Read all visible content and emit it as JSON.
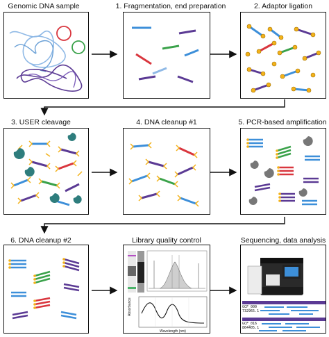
{
  "steps": [
    {
      "id": "genomic",
      "title": "Genomic DNA sample"
    },
    {
      "id": "fragment",
      "title": "1. Fragmentation, end preparation"
    },
    {
      "id": "adaptor",
      "title": "2. Adaptor ligation"
    },
    {
      "id": "user",
      "title": "3. USER cleavage"
    },
    {
      "id": "cleanup1",
      "title": "4. DNA cleanup #1"
    },
    {
      "id": "pcr",
      "title": "5. PCR-based amplification"
    },
    {
      "id": "cleanup2",
      "title": "6. DNA cleanup #2"
    },
    {
      "id": "qc",
      "title": "Library quality control"
    },
    {
      "id": "seq",
      "title": "Sequencing, data analysis"
    }
  ],
  "qc": {
    "absorbance_label": "Absorbance",
    "wavelength_label": "Wavelength (nm)"
  },
  "seq": {
    "ref1": "GCF_000",
    "ref1b": "732965.1",
    "ref2": "GCF_016",
    "ref2b": "864405.1"
  },
  "colors": {
    "blue": "#3d8fd9",
    "purple": "#5b3a94",
    "green": "#3aa24a",
    "red": "#d9363e",
    "adaptor_yellow": "#f3b21a",
    "user_teal": "#2e7d7d",
    "pcr_grey": "#777777"
  }
}
